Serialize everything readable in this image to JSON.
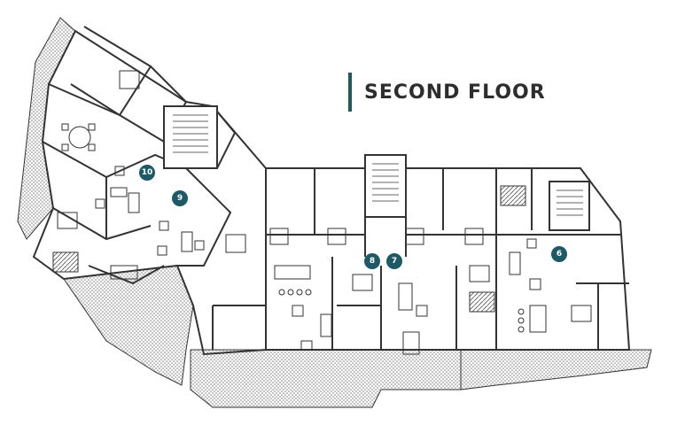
{
  "floor_title": "SECOND FLOOR",
  "accent_color": "#1d5a66",
  "units": [
    {
      "label": "10"
    },
    {
      "label": "9"
    },
    {
      "label": "8"
    },
    {
      "label": "7"
    },
    {
      "label": "6"
    }
  ]
}
